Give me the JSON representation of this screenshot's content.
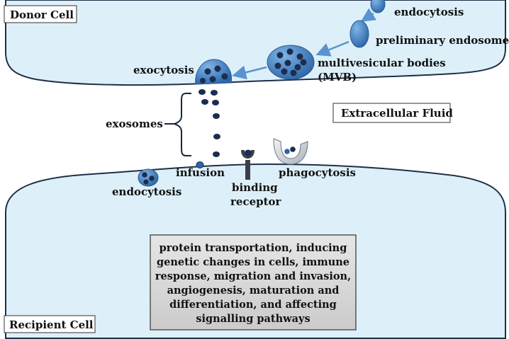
{
  "cells": {
    "donor": "Donor Cell",
    "recipient": "Recipient Cell"
  },
  "fluid_label": "Extracellular Fluid",
  "labels": {
    "endocytosis_top": "endocytosis",
    "preliminary_endosome": "preliminary endosome",
    "mvb_line1": "multivesicular bodies",
    "mvb_line2": "(MVB)",
    "exocytosis": "exocytosis",
    "exosomes": "exosomes",
    "infusion": "infusion",
    "endocytosis_bottom": "endocytosis",
    "binding_line1": "binding",
    "binding_line2": "receptor",
    "phagocytosis": "phagocytosis"
  },
  "effects": {
    "lines": [
      "protein transportation, inducing",
      "genetic changes in cells, immune",
      "response, migration and invasion,",
      "angiogenesis, maturation and",
      "differentiation, and affecting",
      "signalling pathways"
    ]
  },
  "colors": {
    "cell_fill": "#ddf0fa",
    "cell_stroke": "#1f2f48",
    "vesicle": "#3d7fc2",
    "exosome": "#1c2d4f",
    "arrow": "#5a93cf",
    "box_fill": "#d8d8d8"
  }
}
